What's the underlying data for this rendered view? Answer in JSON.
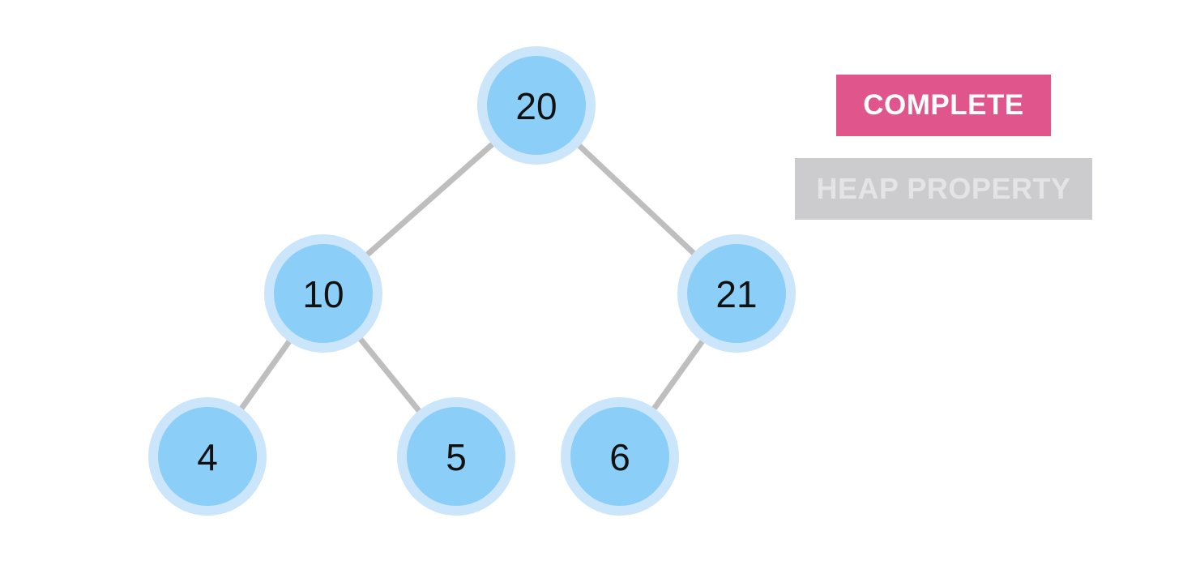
{
  "tree": {
    "nodes": [
      {
        "id": "n20",
        "value": "20"
      },
      {
        "id": "n10",
        "value": "10"
      },
      {
        "id": "n21",
        "value": "21"
      },
      {
        "id": "n4",
        "value": "4"
      },
      {
        "id": "n5",
        "value": "5"
      },
      {
        "id": "n6",
        "value": "6"
      }
    ],
    "edges": [
      {
        "from": "n20",
        "to": "n10"
      },
      {
        "from": "n20",
        "to": "n21"
      },
      {
        "from": "n10",
        "to": "n4"
      },
      {
        "from": "n10",
        "to": "n5"
      },
      {
        "from": "n21",
        "to": "n6"
      }
    ]
  },
  "badges": {
    "complete": {
      "label": "COMPLETE",
      "background": "#e0558b",
      "text_color": "#ffffff"
    },
    "heap_property": {
      "label": "HEAP PROPERTY",
      "background": "#cccccf",
      "text_color": "#e4e4e6"
    }
  },
  "colors": {
    "node_fill": "#8bcff8",
    "node_ring": "#cbe6fa",
    "edge": "#bebebe"
  }
}
